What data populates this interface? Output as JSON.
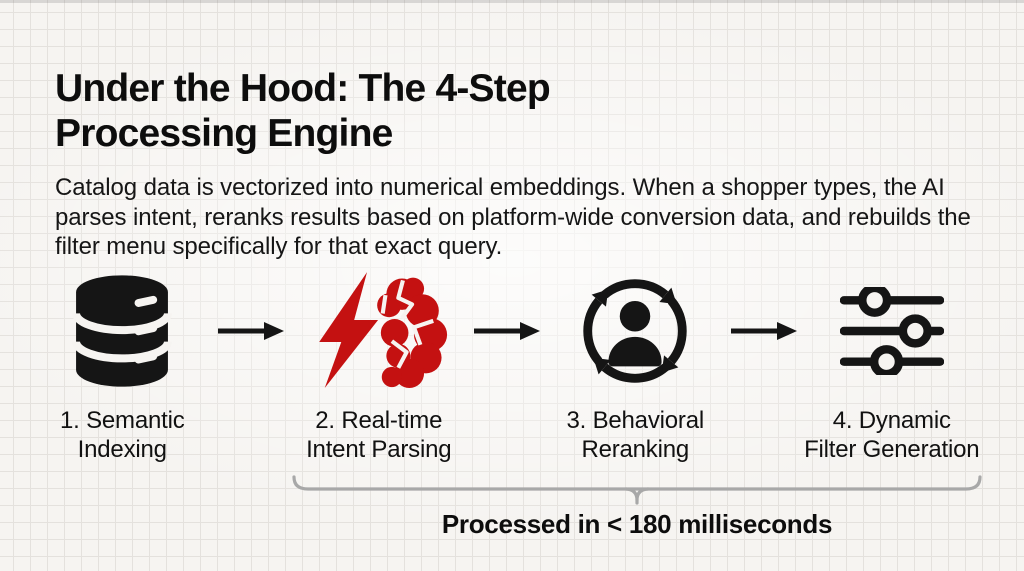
{
  "slide": {
    "title_line1": "Under the Hood: The 4-Step",
    "title_line2": "Processing Engine",
    "description": "Catalog data is vectorized into numerical embeddings. When a shopper types, the AI parses intent, reranks results based on platform-wide conversion data, and rebuilds the filter menu specifically for that exact query.",
    "caption": "Processed in < 180 milliseconds"
  },
  "steps": [
    {
      "label_line1": "1. Semantic",
      "label_line2": "Indexing",
      "icon": "database-icon"
    },
    {
      "label_line1": "2. Real-time",
      "label_line2": "Intent Parsing",
      "icon": "lightning-brain-icon"
    },
    {
      "label_line1": "3. Behavioral",
      "label_line2": "Reranking",
      "icon": "cycle-person-icon"
    },
    {
      "label_line1": "4. Dynamic",
      "label_line2": "Filter Generation",
      "icon": "sliders-icon"
    }
  ],
  "colors": {
    "accent_red": "#c41111",
    "icon_black": "#151515",
    "bracket_gray": "#a8a8a8",
    "background": "#f6f4f1",
    "grid_line": "#e4e1dd",
    "text": "#111111"
  }
}
